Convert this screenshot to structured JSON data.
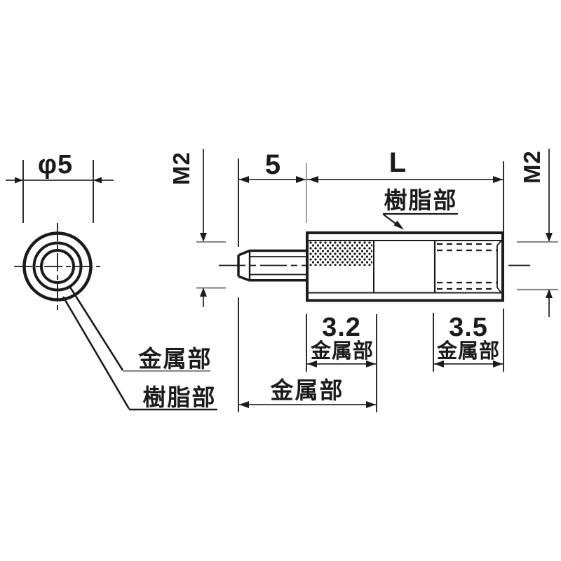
{
  "drawing": {
    "type": "mechanical-part-dimension-drawing",
    "part": "male-female threaded standoff spacer",
    "colors": {
      "line": "#1b1b1b",
      "dim_line": "#2e2e2e",
      "light_extension": "#8a8a8a",
      "background": "#ffffff"
    },
    "labels": {
      "outer_diameter": "φ5",
      "male_thread_size": "M2",
      "female_thread_size": "M2",
      "male_thread_length": "5",
      "body_length": "L",
      "resin_part_callout_top": "樹脂部",
      "metal_part_leader": "金属部",
      "resin_part_leader": "樹脂部",
      "metal_insert_left_length": "3.2",
      "metal_insert_left_label": "金属部",
      "metal_insert_right_length": "3.5",
      "metal_insert_right_label": "金属部",
      "metal_part_overall_label": "金属部"
    }
  }
}
